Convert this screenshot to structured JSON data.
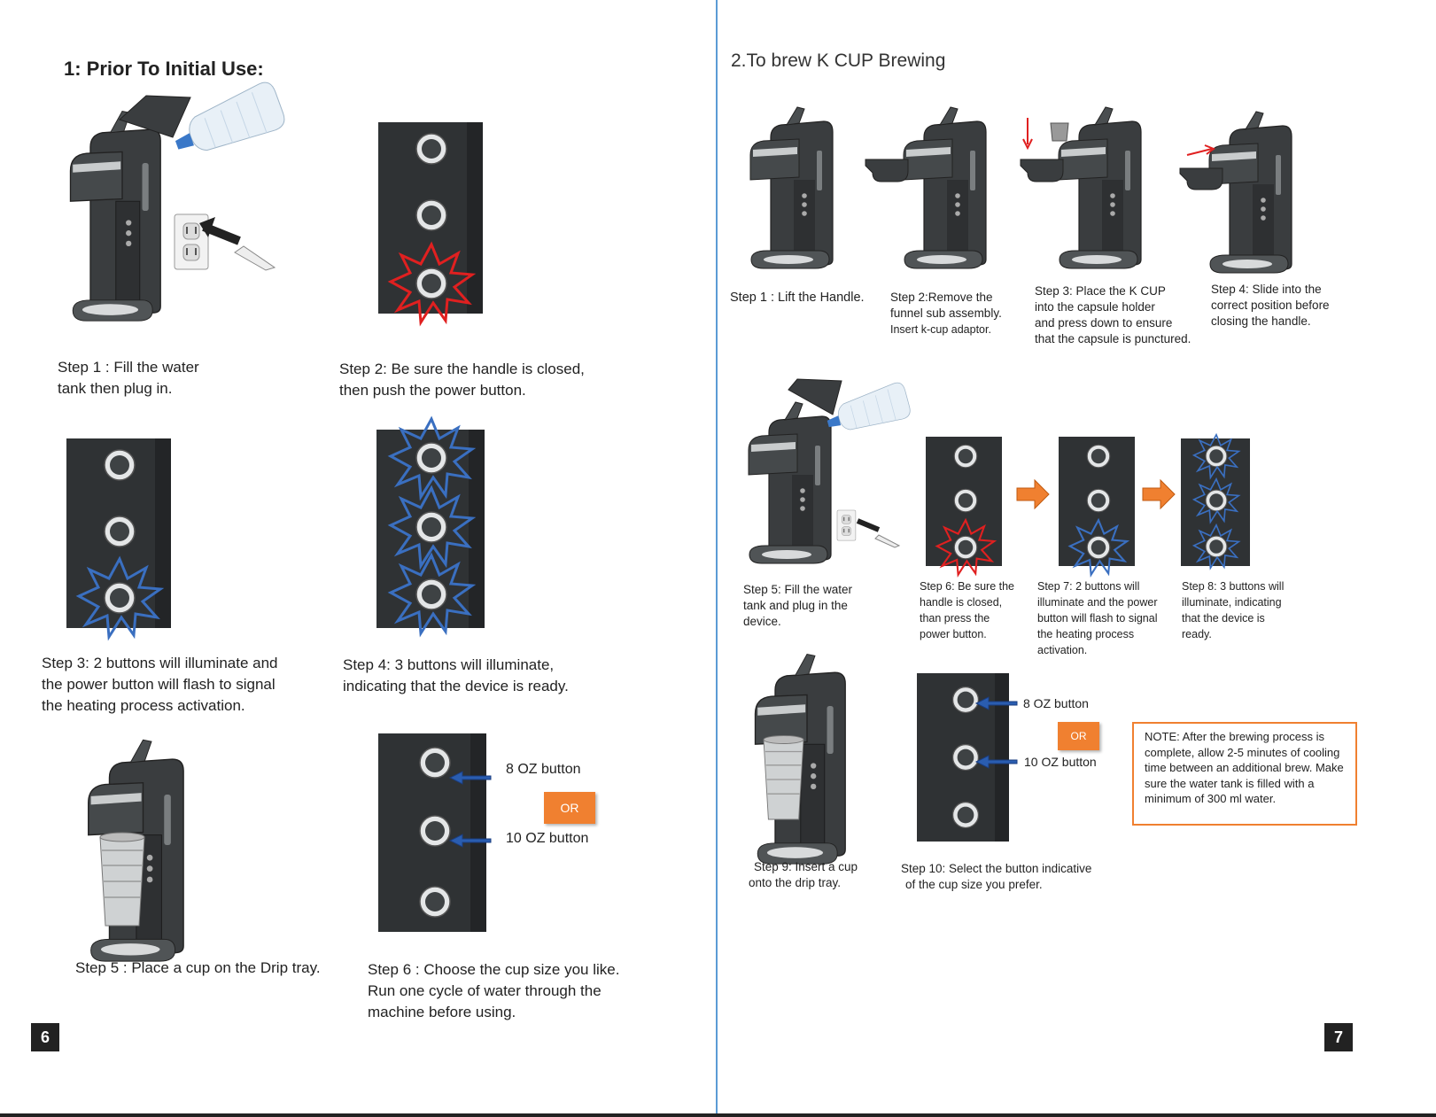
{
  "left_page": {
    "title": "1: Prior To Initial Use:",
    "step1": {
      "line1": "Step  1  :  Fill  the  water",
      "line2": "tank then plug in."
    },
    "step2": {
      "line1": "Step  2:  Be  sure  the  handle is closed,",
      "line2": "then push the power button."
    },
    "step3": {
      "line1": "Step 3: 2 buttons will illuminate and",
      "line2": "the  power button   will flash to signal",
      "line3": "the heating process activation."
    },
    "step4": {
      "line1": "Step 4: 3 buttons will illuminate,",
      "line2": "indicating that the device is ready."
    },
    "step5": {
      "line1": "Step  5  :  Place  a  cup  on  the  Drip  tray."
    },
    "step6": {
      "line1": "Step 6 :  Choose the cup size you like.",
      "line2": "Run one cycle of water through the",
      "line3": "machine before using."
    },
    "label_8oz": "8 OZ button",
    "label_10oz": "10 OZ button",
    "or": "OR",
    "page_number": "6"
  },
  "right_page": {
    "title": "2.To brew K CUP Brewing",
    "step1": {
      "line1": "Step 1 : Lift the Handle."
    },
    "step2": {
      "line1": "Step 2:Remove the",
      "line2": "funnel sub assembly.",
      "line3": "Insert k-cup adaptor."
    },
    "step3": {
      "line1": "Step 3: Place the K CUP",
      "line2": "into the capsule holder",
      "line3": "and press down to ensure",
      "line4": "that the capsule is punctured."
    },
    "step4": {
      "line1": "Step 4:  Slide into the",
      "line2": "correct position before",
      "line3": "closing the handle."
    },
    "step5": {
      "line1": "Step 5: Fill the water",
      "line2": "tank and plug in the",
      "line3": "device."
    },
    "step6": {
      "line1": "Step 6: Be sure the",
      "line2": "handle is closed,",
      "line3": "than press the",
      "line4": "power button."
    },
    "step7": {
      "line1": "Step 7: 2 buttons will",
      "line2": "illuminate and the power",
      "line3": "button will flash to signal",
      "line4": "the heating process",
      "line5": "activation."
    },
    "step8": {
      "line1": "Step 8: 3 buttons will",
      "line2": "illuminate, indicating",
      "line3": "that the device is",
      "line4": "ready."
    },
    "step9": {
      "line1": "Step 9: Insert a cup",
      "line2": "onto the drip tray."
    },
    "step10": {
      "line1": "Step 10:  Select the button indicative",
      "line2": "of the cup size you prefer."
    },
    "label_8oz": "8 OZ button",
    "label_10oz": "10 OZ button",
    "or": "OR",
    "note": "NOTE: After the brewing process is complete, allow 2-5 minutes of cooling time between an additional brew. Make sure the water tank is filled with a minimum of 300 ml water.",
    "page_number": "7"
  },
  "colors": {
    "accent_orange": "#f08030",
    "flash_red": "#e02020",
    "glow_blue": "#3a6fc0",
    "machine_dark": "#3a3d3f",
    "divider_blue": "#5b9bd5"
  }
}
